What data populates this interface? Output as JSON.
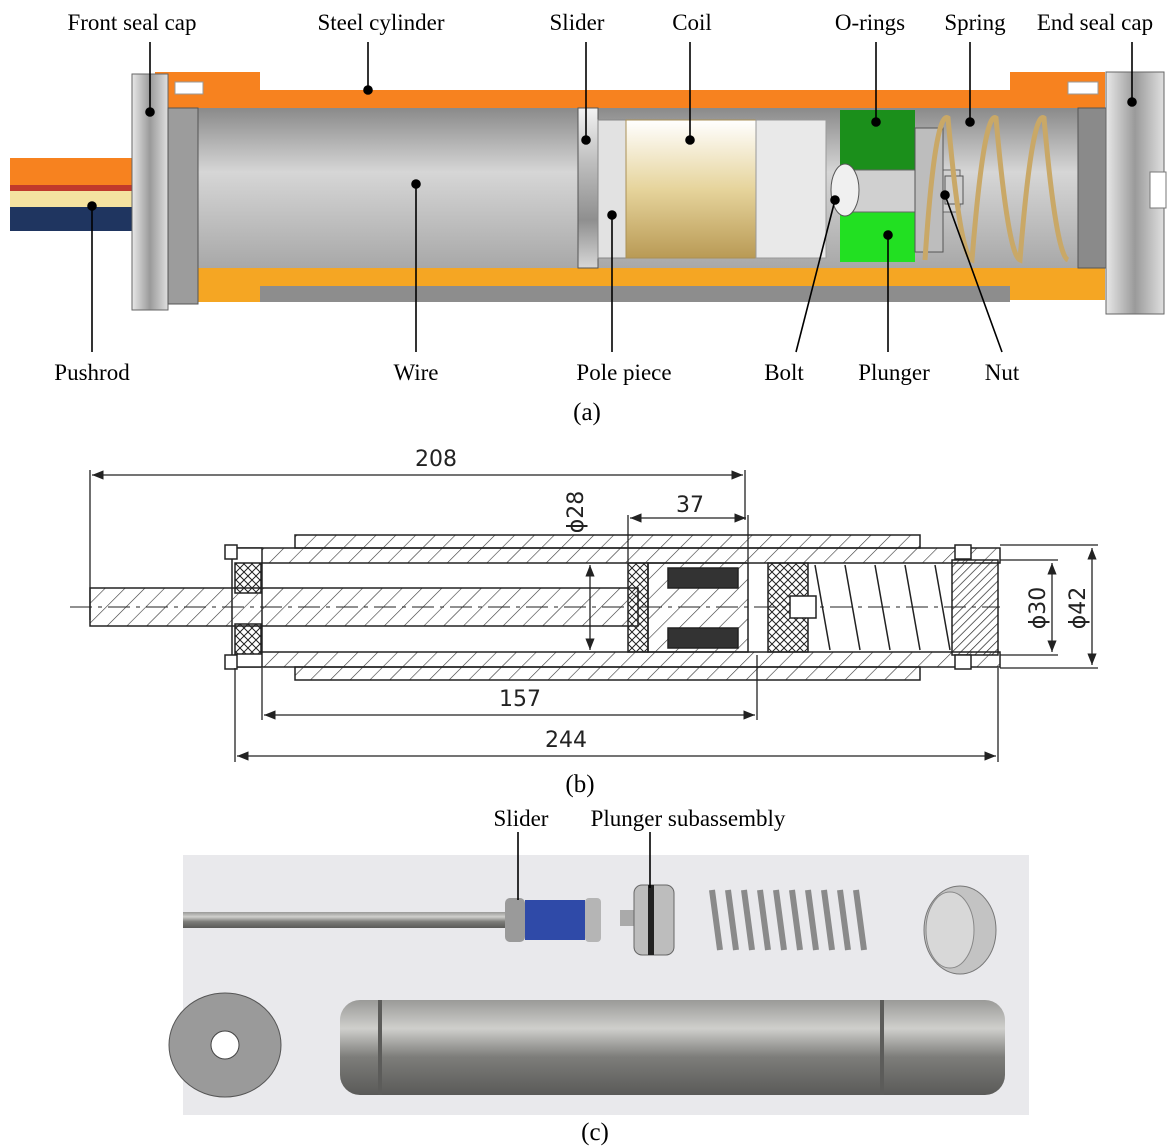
{
  "panel_a": {
    "labels": {
      "front_seal_cap": "Front seal cap",
      "steel_cylinder": "Steel cylinder",
      "slider": "Slider",
      "coil": "Coil",
      "o_rings": "O-rings",
      "spring": "Spring",
      "end_seal_cap": "End seal cap",
      "pushrod": "Pushrod",
      "wire": "Wire",
      "pole_piece": "Pole piece",
      "bolt": "Bolt",
      "plunger": "Plunger",
      "nut": "Nut"
    },
    "caption": "(a)"
  },
  "panel_b": {
    "dimensions": {
      "overall_rod": "208",
      "bore_dia": "ϕ28",
      "coil_len": "37",
      "inner_dia": "ϕ30",
      "outer_dia": "ϕ42",
      "stroke_len": "157",
      "body_len": "244"
    },
    "caption": "(b)"
  },
  "panel_c": {
    "labels": {
      "slider": "Slider",
      "plunger_subassembly": "Plunger subassembly"
    },
    "caption": "(c)"
  },
  "colors": {
    "orange": "#f7821f",
    "green": "#1fb31f",
    "navy": "#1f3560",
    "cream": "#f4e2a0",
    "photo_bg": "#e9e9ec"
  }
}
